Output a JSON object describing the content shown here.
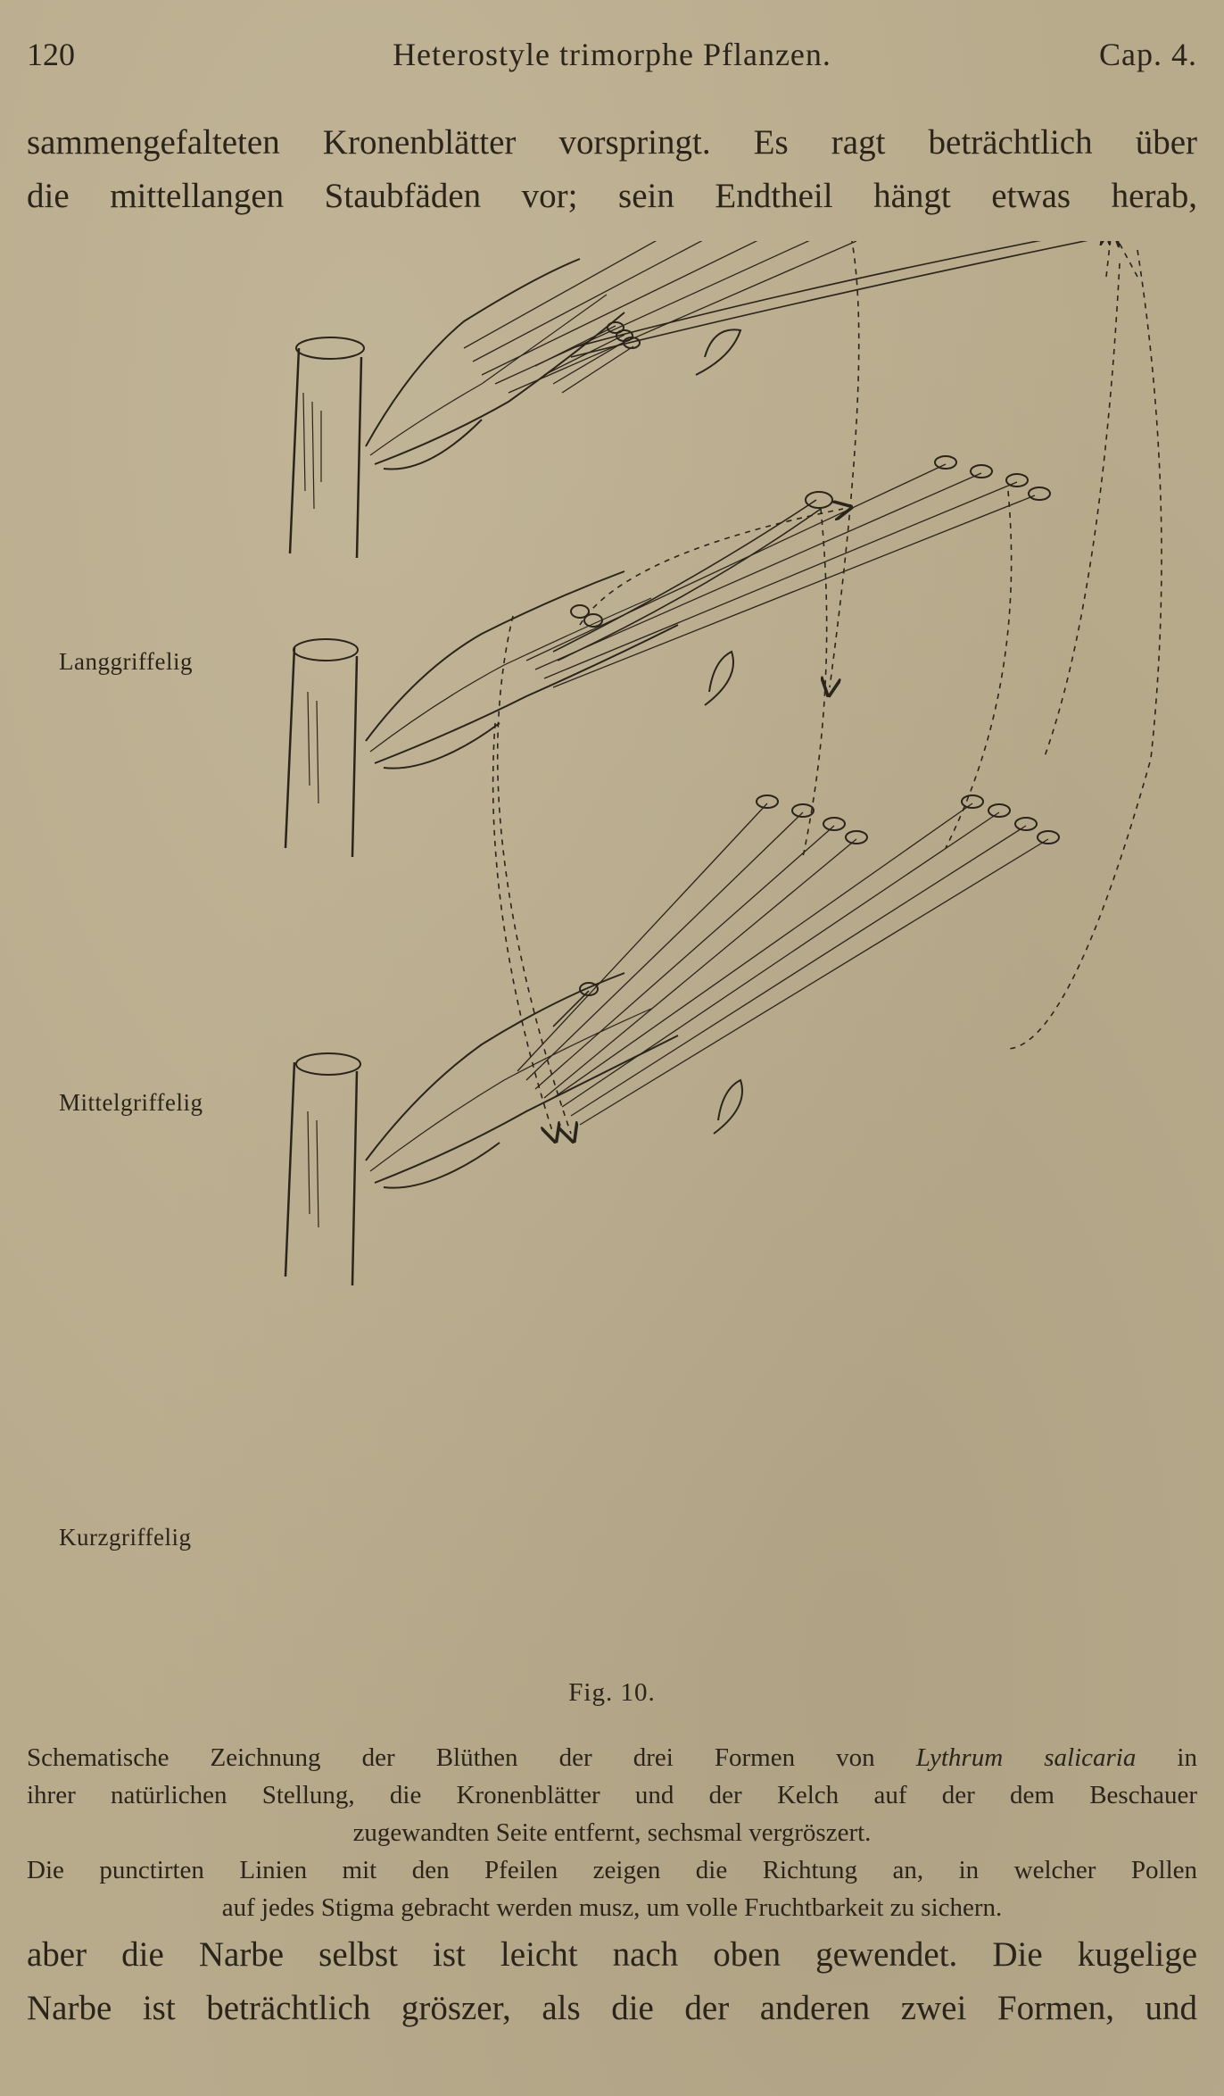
{
  "header": {
    "page_number": "120",
    "running_title": "Heterostyle trimorphe Pflanzen.",
    "chapter": "Cap. 4."
  },
  "top_text": [
    "sammengefalteten Kronenblätter vorspringt. Es ragt beträchtlich über",
    "die mittellangen Staubfäden vor; sein Endtheil hängt etwas herab,"
  ],
  "figure": {
    "labels": {
      "long": "Langgriffelig",
      "mid": "Mittelgriffelig",
      "short": "Kurzgriffelig"
    },
    "number": "Fig. 10."
  },
  "caption": {
    "line1_before": "Schematische Zeichnung der Blüthen der drei Formen von ",
    "line1_species": "Lythrum salicaria",
    "line1_after": " in",
    "line2": "ihrer natürlichen Stellung, die Kronenblätter und der Kelch auf der dem Beschauer",
    "line3": "zugewandten Seite entfernt, sechsmal vergröszert.",
    "line4": "Die punctirten Linien mit den Pfeilen zeigen die Richtung an, in welcher Pollen",
    "line5": "auf jedes Stigma gebracht werden musz, um volle Fruchtbarkeit zu sichern."
  },
  "bottom_text": [
    "aber die Narbe selbst ist leicht nach oben gewendet. Die kugelige",
    "Narbe ist beträchtlich gröszer, als die der anderen zwei Formen, und"
  ]
}
